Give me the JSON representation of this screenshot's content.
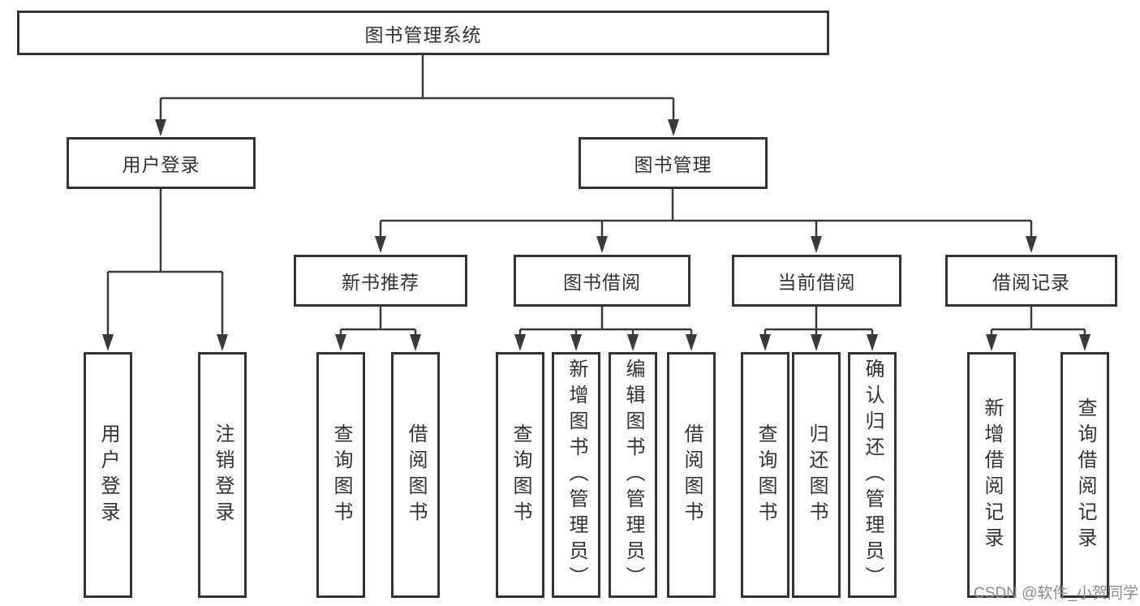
{
  "diagram": {
    "root": {
      "label": "图书管理系统"
    },
    "branches": [
      {
        "label": "用户登录",
        "children": [
          {
            "label": "用户登录"
          },
          {
            "label": "注销登录"
          }
        ]
      },
      {
        "label": "图书管理",
        "children": [
          {
            "label": "新书推荐",
            "children": [
              {
                "label": "查询图书"
              },
              {
                "label": "借阅图书"
              }
            ]
          },
          {
            "label": "图书借阅",
            "children": [
              {
                "label": "查询图书"
              },
              {
                "label": "新增图书（管理员）"
              },
              {
                "label": "编辑图书（管理员）"
              },
              {
                "label": "借阅图书"
              }
            ]
          },
          {
            "label": "当前借阅",
            "children": [
              {
                "label": "查询图书"
              },
              {
                "label": "归还图书"
              },
              {
                "label": "确认归还（管理员）"
              }
            ]
          },
          {
            "label": "借阅记录",
            "children": [
              {
                "label": "新增借阅记录"
              },
              {
                "label": "查询借阅记录"
              }
            ]
          }
        ]
      }
    ]
  },
  "watermark": {
    "text": "CSDN @软件_小贺同学"
  },
  "colors": {
    "line": "#3a3a3a",
    "box_border": "#333333",
    "box_fill": "#ffffff",
    "text": "#323232",
    "watermark": "#8a8a8a",
    "background": "#ffffff"
  }
}
